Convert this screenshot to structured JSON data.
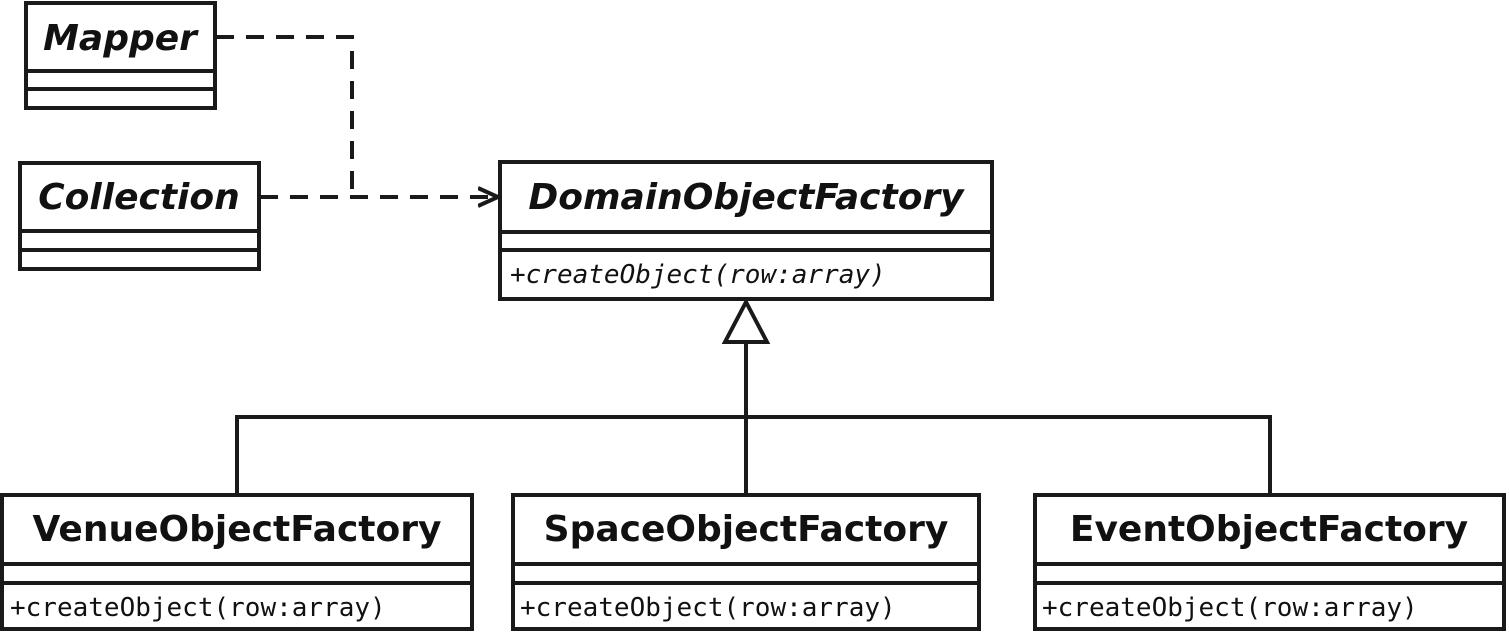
{
  "classes": {
    "mapper": {
      "name": "Mapper",
      "abstract": true,
      "operations": []
    },
    "collection": {
      "name": "Collection",
      "abstract": true,
      "operations": []
    },
    "domain_object_factory": {
      "name": "DomainObjectFactory",
      "abstract": true,
      "operations": [
        "+createObject(row:array)"
      ]
    },
    "venue_object_factory": {
      "name": "VenueObjectFactory",
      "abstract": false,
      "operations": [
        "+createObject(row:array)"
      ]
    },
    "space_object_factory": {
      "name": "SpaceObjectFactory",
      "abstract": false,
      "operations": [
        "+createObject(row:array)"
      ]
    },
    "event_object_factory": {
      "name": "EventObjectFactory",
      "abstract": false,
      "operations": [
        "+createObject(row:array)"
      ]
    }
  },
  "relationships": [
    {
      "type": "dependency",
      "from": "Mapper",
      "to": "DomainObjectFactory"
    },
    {
      "type": "dependency",
      "from": "Collection",
      "to": "DomainObjectFactory"
    },
    {
      "type": "generalization",
      "from": "VenueObjectFactory",
      "to": "DomainObjectFactory"
    },
    {
      "type": "generalization",
      "from": "SpaceObjectFactory",
      "to": "DomainObjectFactory"
    },
    {
      "type": "generalization",
      "from": "EventObjectFactory",
      "to": "DomainObjectFactory"
    }
  ]
}
